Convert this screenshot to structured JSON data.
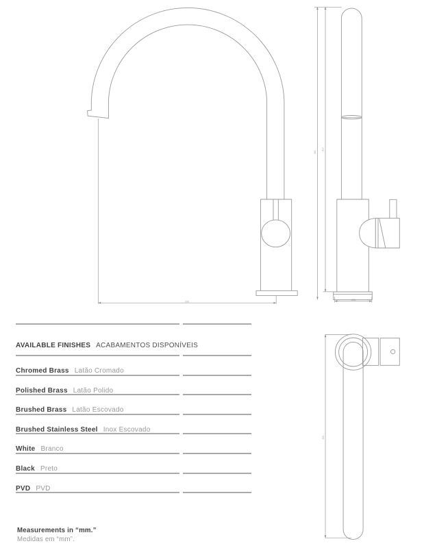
{
  "finishes_table": {
    "header": {
      "en": "AVAILABLE FINISHES",
      "pt": "ACABAMENTOS DISPONÍVEIS"
    },
    "rows": [
      {
        "en": "Chromed Brass",
        "pt": "Latão Cromado"
      },
      {
        "en": "Polished Brass",
        "pt": "Latão Polido"
      },
      {
        "en": "Brushed Brass",
        "pt": "Latão Escovado"
      },
      {
        "en": "Brushed Stainless Steel",
        "pt": "Inox Escovado"
      },
      {
        "en": "White",
        "pt": "Branco"
      },
      {
        "en": "Black",
        "pt": "Preto"
      },
      {
        "en": "PVD",
        "pt": "PVD"
      }
    ]
  },
  "dimensions": {
    "front_reach": "230",
    "side_height_total": "360",
    "side_height_spout": "310",
    "side_base_width": "Ø50",
    "top_length": "300"
  },
  "footer": {
    "en": "Measurements in “mm.”",
    "pt": "Medidas em “mm”."
  },
  "colors": {
    "line": "#97999c",
    "rule": "#a8a9ab",
    "text_dark": "#414042",
    "text_gray": "#97999c"
  }
}
